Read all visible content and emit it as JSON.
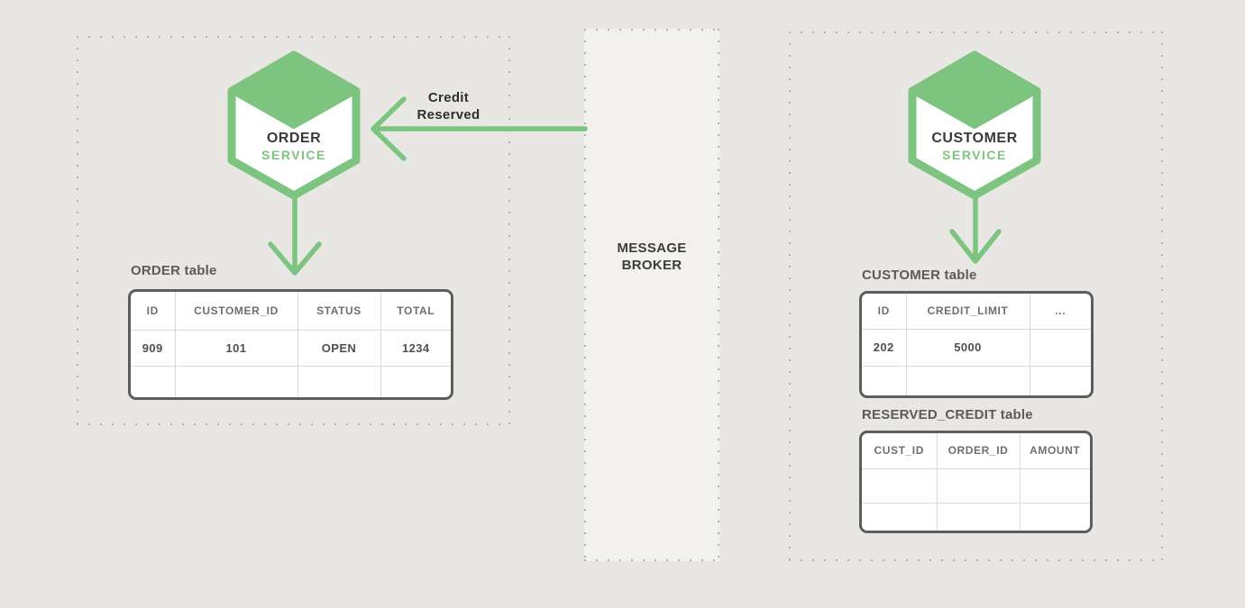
{
  "colors": {
    "page_bg": "#e9e7e4",
    "broker_bg": "#f2f1ee",
    "green": "#7cc47f",
    "dark_text": "#3a3a3a",
    "table_border": "#5d5d5d"
  },
  "services": {
    "order": {
      "name": "ORDER",
      "type": "SERVICE"
    },
    "customer": {
      "name": "CUSTOMER",
      "type": "SERVICE"
    }
  },
  "message_broker": {
    "line1": "MESSAGE",
    "line2": "BROKER"
  },
  "event_arrow": {
    "line1": "Credit",
    "line2": "Reserved"
  },
  "order_table": {
    "title": "ORDER table",
    "headers": [
      "ID",
      "CUSTOMER_ID",
      "STATUS",
      "TOTAL"
    ],
    "rows": [
      [
        "909",
        "101",
        "OPEN",
        "1234"
      ],
      [
        "",
        "",
        "",
        ""
      ]
    ]
  },
  "customer_table": {
    "title": "CUSTOMER table",
    "headers": [
      "ID",
      "CREDIT_LIMIT",
      "..."
    ],
    "rows": [
      [
        "202",
        "5000",
        ""
      ],
      [
        "",
        "",
        ""
      ]
    ]
  },
  "reserved_credit_table": {
    "title": "RESERVED_CREDIT table",
    "headers": [
      "CUST_ID",
      "ORDER_ID",
      "AMOUNT"
    ],
    "rows": [
      [
        "",
        "",
        ""
      ],
      [
        "",
        "",
        ""
      ]
    ]
  },
  "icons": {
    "order_service_hexagon": "hexagon-cube-icon",
    "customer_service_hexagon": "hexagon-cube-icon"
  }
}
